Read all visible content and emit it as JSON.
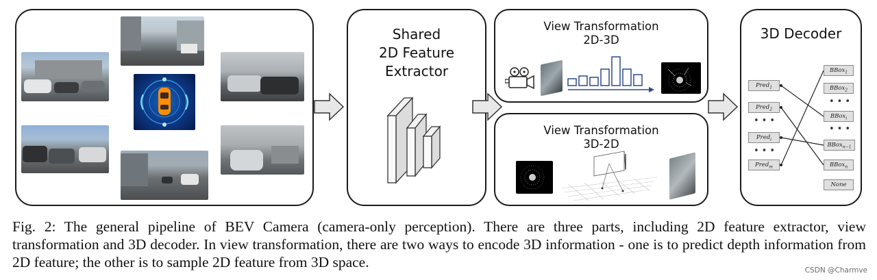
{
  "figure": {
    "shared_extractor_label": "Shared\n2D Feature\nExtractor",
    "view_transform_top": {
      "title_line1": "View Transformation",
      "title_line2": "2D-3D"
    },
    "view_transform_bottom": {
      "title_line1": "View Transformation",
      "title_line2": "3D-2D"
    },
    "decoder": {
      "title": "3D Decoder",
      "preds": [
        "Pred",
        "Pred",
        "Pred",
        "Pred"
      ],
      "pred_subs": [
        "1",
        "2",
        "i",
        "m"
      ],
      "bboxes": [
        "BBox",
        "BBox",
        "BBox",
        "BBox",
        "BBox"
      ],
      "bbox_subs": [
        "1",
        "2",
        "i",
        "n−1",
        "n"
      ],
      "none_label": "None",
      "dots": "•••"
    },
    "icons": {
      "car_sensor_icon": "car-sensor-icon",
      "camera_icon": "camera-icon",
      "depth_histogram": "depth-histogram-icon",
      "feature_stack": "feature-stack-icon"
    },
    "colors": {
      "border": "#1a1a1a",
      "arrow_fill": "#e8e8e8",
      "pill_fill": "#e0e0e0",
      "hist_blue": "#2d4a8a"
    }
  },
  "caption": "Fig. 2: The general pipeline of BEV Camera (camera-only perception). There are three parts, including 2D feature extractor, view transformation and 3D decoder. In view transformation, there are two ways to encode 3D information - one is to predict depth information from 2D feature; the other is to sample 2D feature from 3D space.",
  "watermark": "CSDN @Charmve"
}
